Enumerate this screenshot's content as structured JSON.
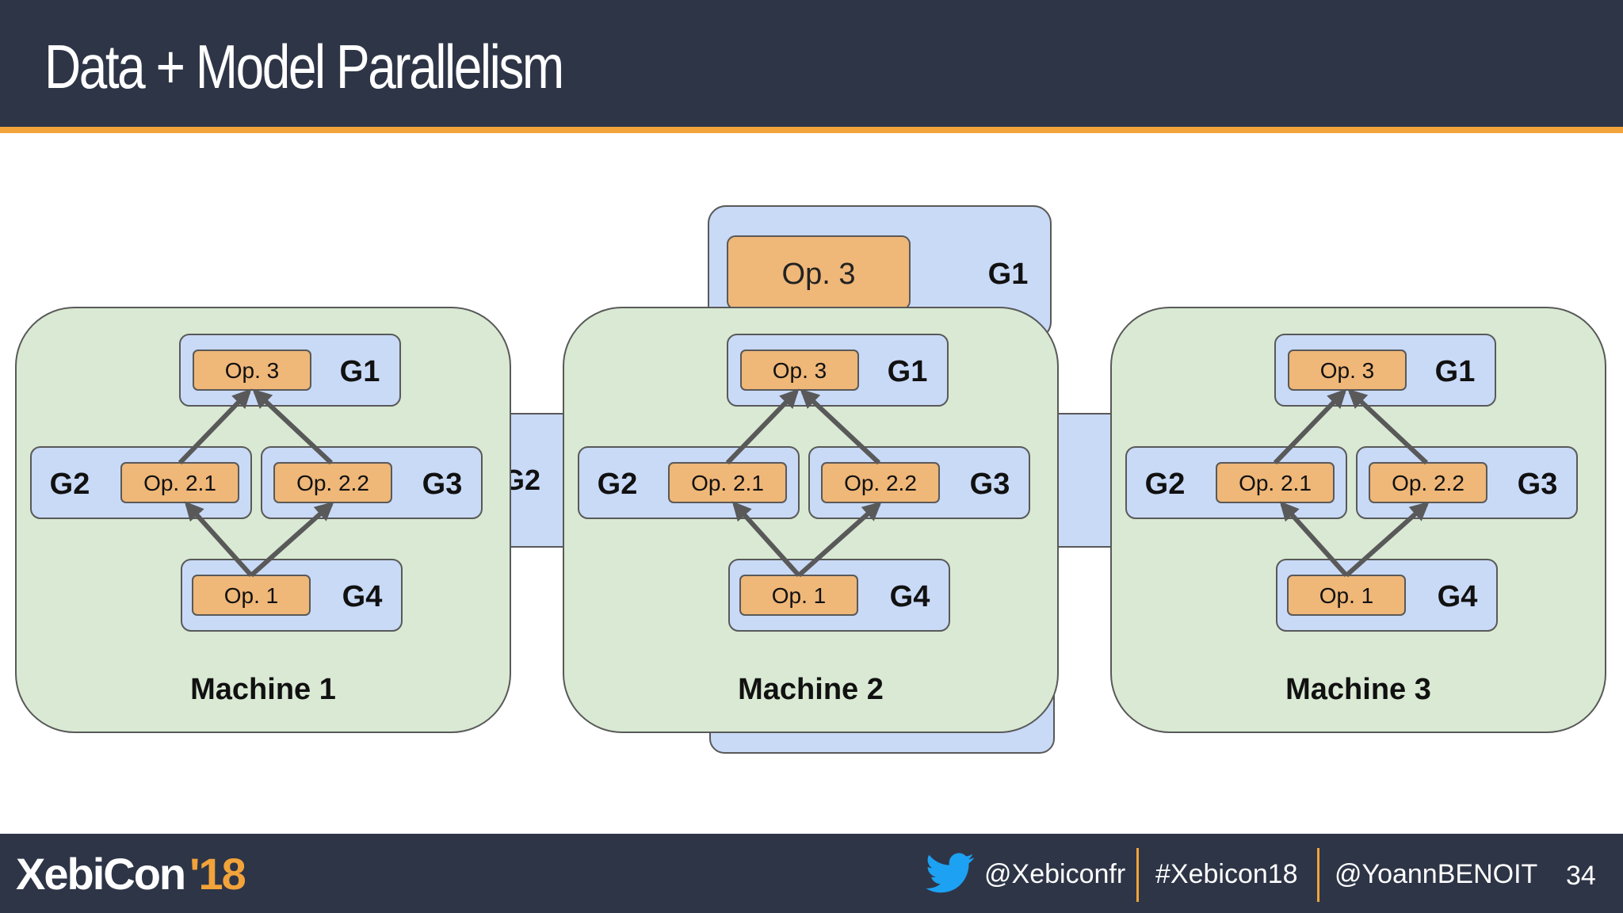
{
  "slide": {
    "title": "Data + Model Parallelism",
    "page_number": "34"
  },
  "diagram": {
    "back_group": {
      "op": "Op. 3",
      "gpu": "G1",
      "partial_label": "G2"
    },
    "machines": [
      {
        "name": "Machine 1",
        "top": {
          "op": "Op. 3",
          "gpu": "G1"
        },
        "left": {
          "op": "Op. 2.1",
          "gpu": "G2"
        },
        "right": {
          "op": "Op. 2.2",
          "gpu": "G3"
        },
        "bottom": {
          "op": "Op. 1",
          "gpu": "G4"
        }
      },
      {
        "name": "Machine 2",
        "top": {
          "op": "Op. 3",
          "gpu": "G1"
        },
        "left": {
          "op": "Op. 2.1",
          "gpu": "G2"
        },
        "right": {
          "op": "Op. 2.2",
          "gpu": "G3"
        },
        "bottom": {
          "op": "Op. 1",
          "gpu": "G4"
        }
      },
      {
        "name": "Machine 3",
        "top": {
          "op": "Op. 3",
          "gpu": "G1"
        },
        "left": {
          "op": "Op. 2.1",
          "gpu": "G2"
        },
        "right": {
          "op": "Op. 2.2",
          "gpu": "G3"
        },
        "bottom": {
          "op": "Op. 1",
          "gpu": "G4"
        }
      }
    ]
  },
  "footer": {
    "logo_main": "XebiCon",
    "logo_year": "'18",
    "twitter_handle": "@Xebiconfr",
    "hashtag": "#Xebicon18",
    "speaker_handle": "@YoannBENOIT"
  },
  "colors": {
    "header_bg": "#2e3547",
    "accent": "#f2a33a",
    "machine_fill": "#d9e9d3",
    "gpu_fill": "#c9daf7",
    "op_fill": "#efb778",
    "arrow": "#595959"
  }
}
